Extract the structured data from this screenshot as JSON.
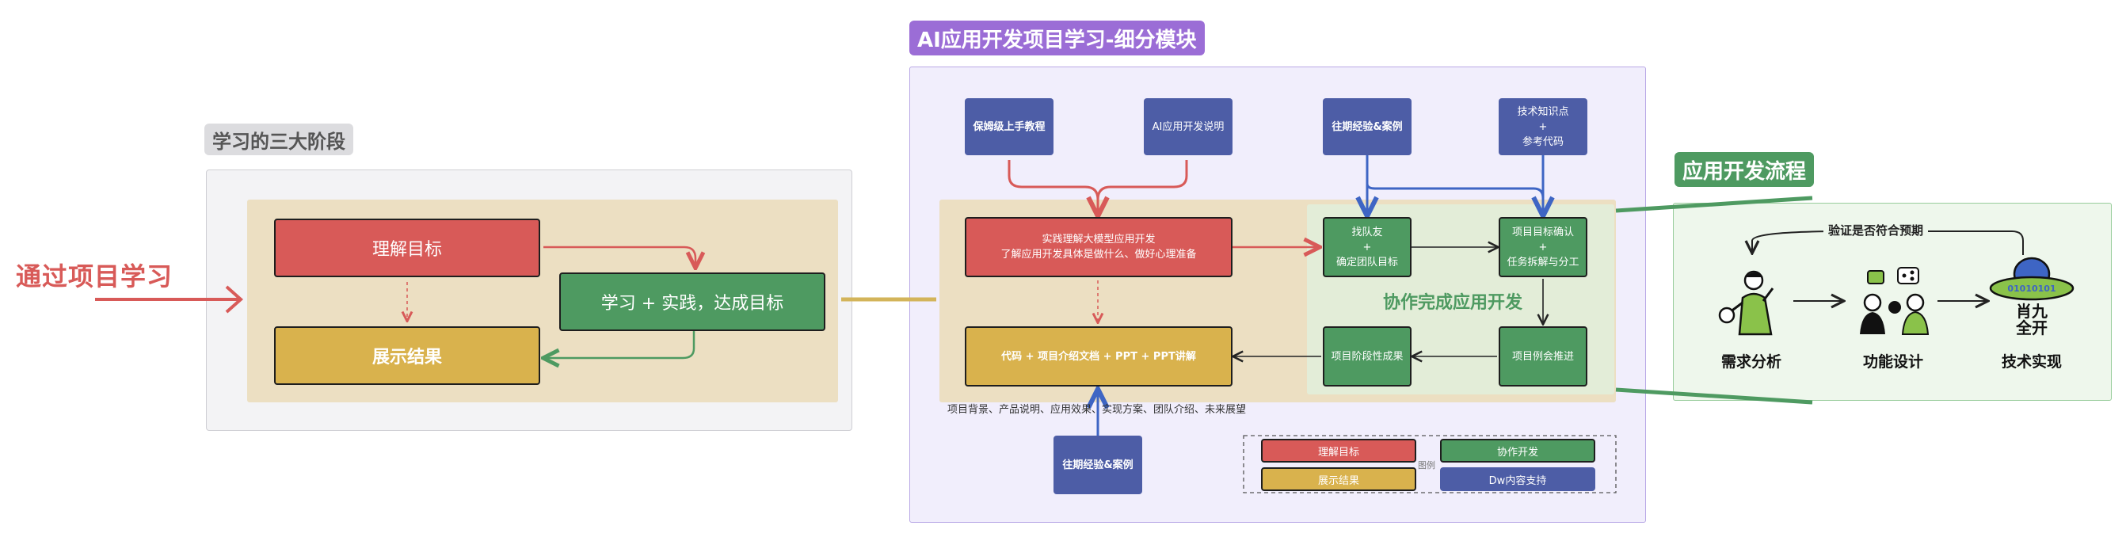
{
  "left": {
    "entry_label": "通过项目学习",
    "section_title": "学习的三大阶段",
    "stage1": "理解目标",
    "stage2": "学习 + 实践，达成目标",
    "stage3": "展示结果"
  },
  "middle": {
    "section_title": "AI应用开发项目学习-细分模块",
    "input1": "保姆级上手教程",
    "input2": "AI应用开发说明",
    "input3": "往期经验&案例",
    "input4_line1": "技术知识点",
    "input4_line2": "+",
    "input4_line3": "参考代码",
    "understand_line1": "实践理解大模型应用开发",
    "understand_line2": "了解应用开发具体是做什么、做好心理准备",
    "team_line1": "找队友",
    "team_line2": "+",
    "team_line3": "确定团队目标",
    "confirm_line1": "项目目标确认",
    "confirm_line2": "+",
    "confirm_line3": "任务拆解与分工",
    "collab_title": "协作完成应用开发",
    "weekly": "项目例会推进",
    "stage_result": "项目阶段性成果",
    "output": "代码 + 项目介绍文档 + PPT + PPT讲解",
    "output_caption": "项目背景、产品说明、应用效果、实现方案、团队介绍、未来展望",
    "bottom_input": "往期经验&案例",
    "legend": {
      "item1": "理解目标",
      "item2": "协作开发",
      "item3": "展示结果",
      "item4": "Dw内容支持",
      "center": "图例"
    }
  },
  "right": {
    "section_title": "应用开发流程",
    "loop_label": "验证是否符合预期",
    "step1": "需求分析",
    "step2": "功能设计",
    "step3": "技术实现",
    "ufo_text_line1": "01010101",
    "ufo_text_line2": "肖九",
    "ufo_text_line3": "全开"
  },
  "colors": {
    "red": "#d85a58",
    "green": "#4e9a61",
    "yellow": "#d9b24d",
    "navy": "#4d5da6",
    "purple": "#9b6dd6",
    "gray_panel": "#f3f3f5",
    "beige_panel": "#ecdfc2",
    "lilac_panel": "#f1eefc",
    "mint_panel": "#eef7ec"
  }
}
